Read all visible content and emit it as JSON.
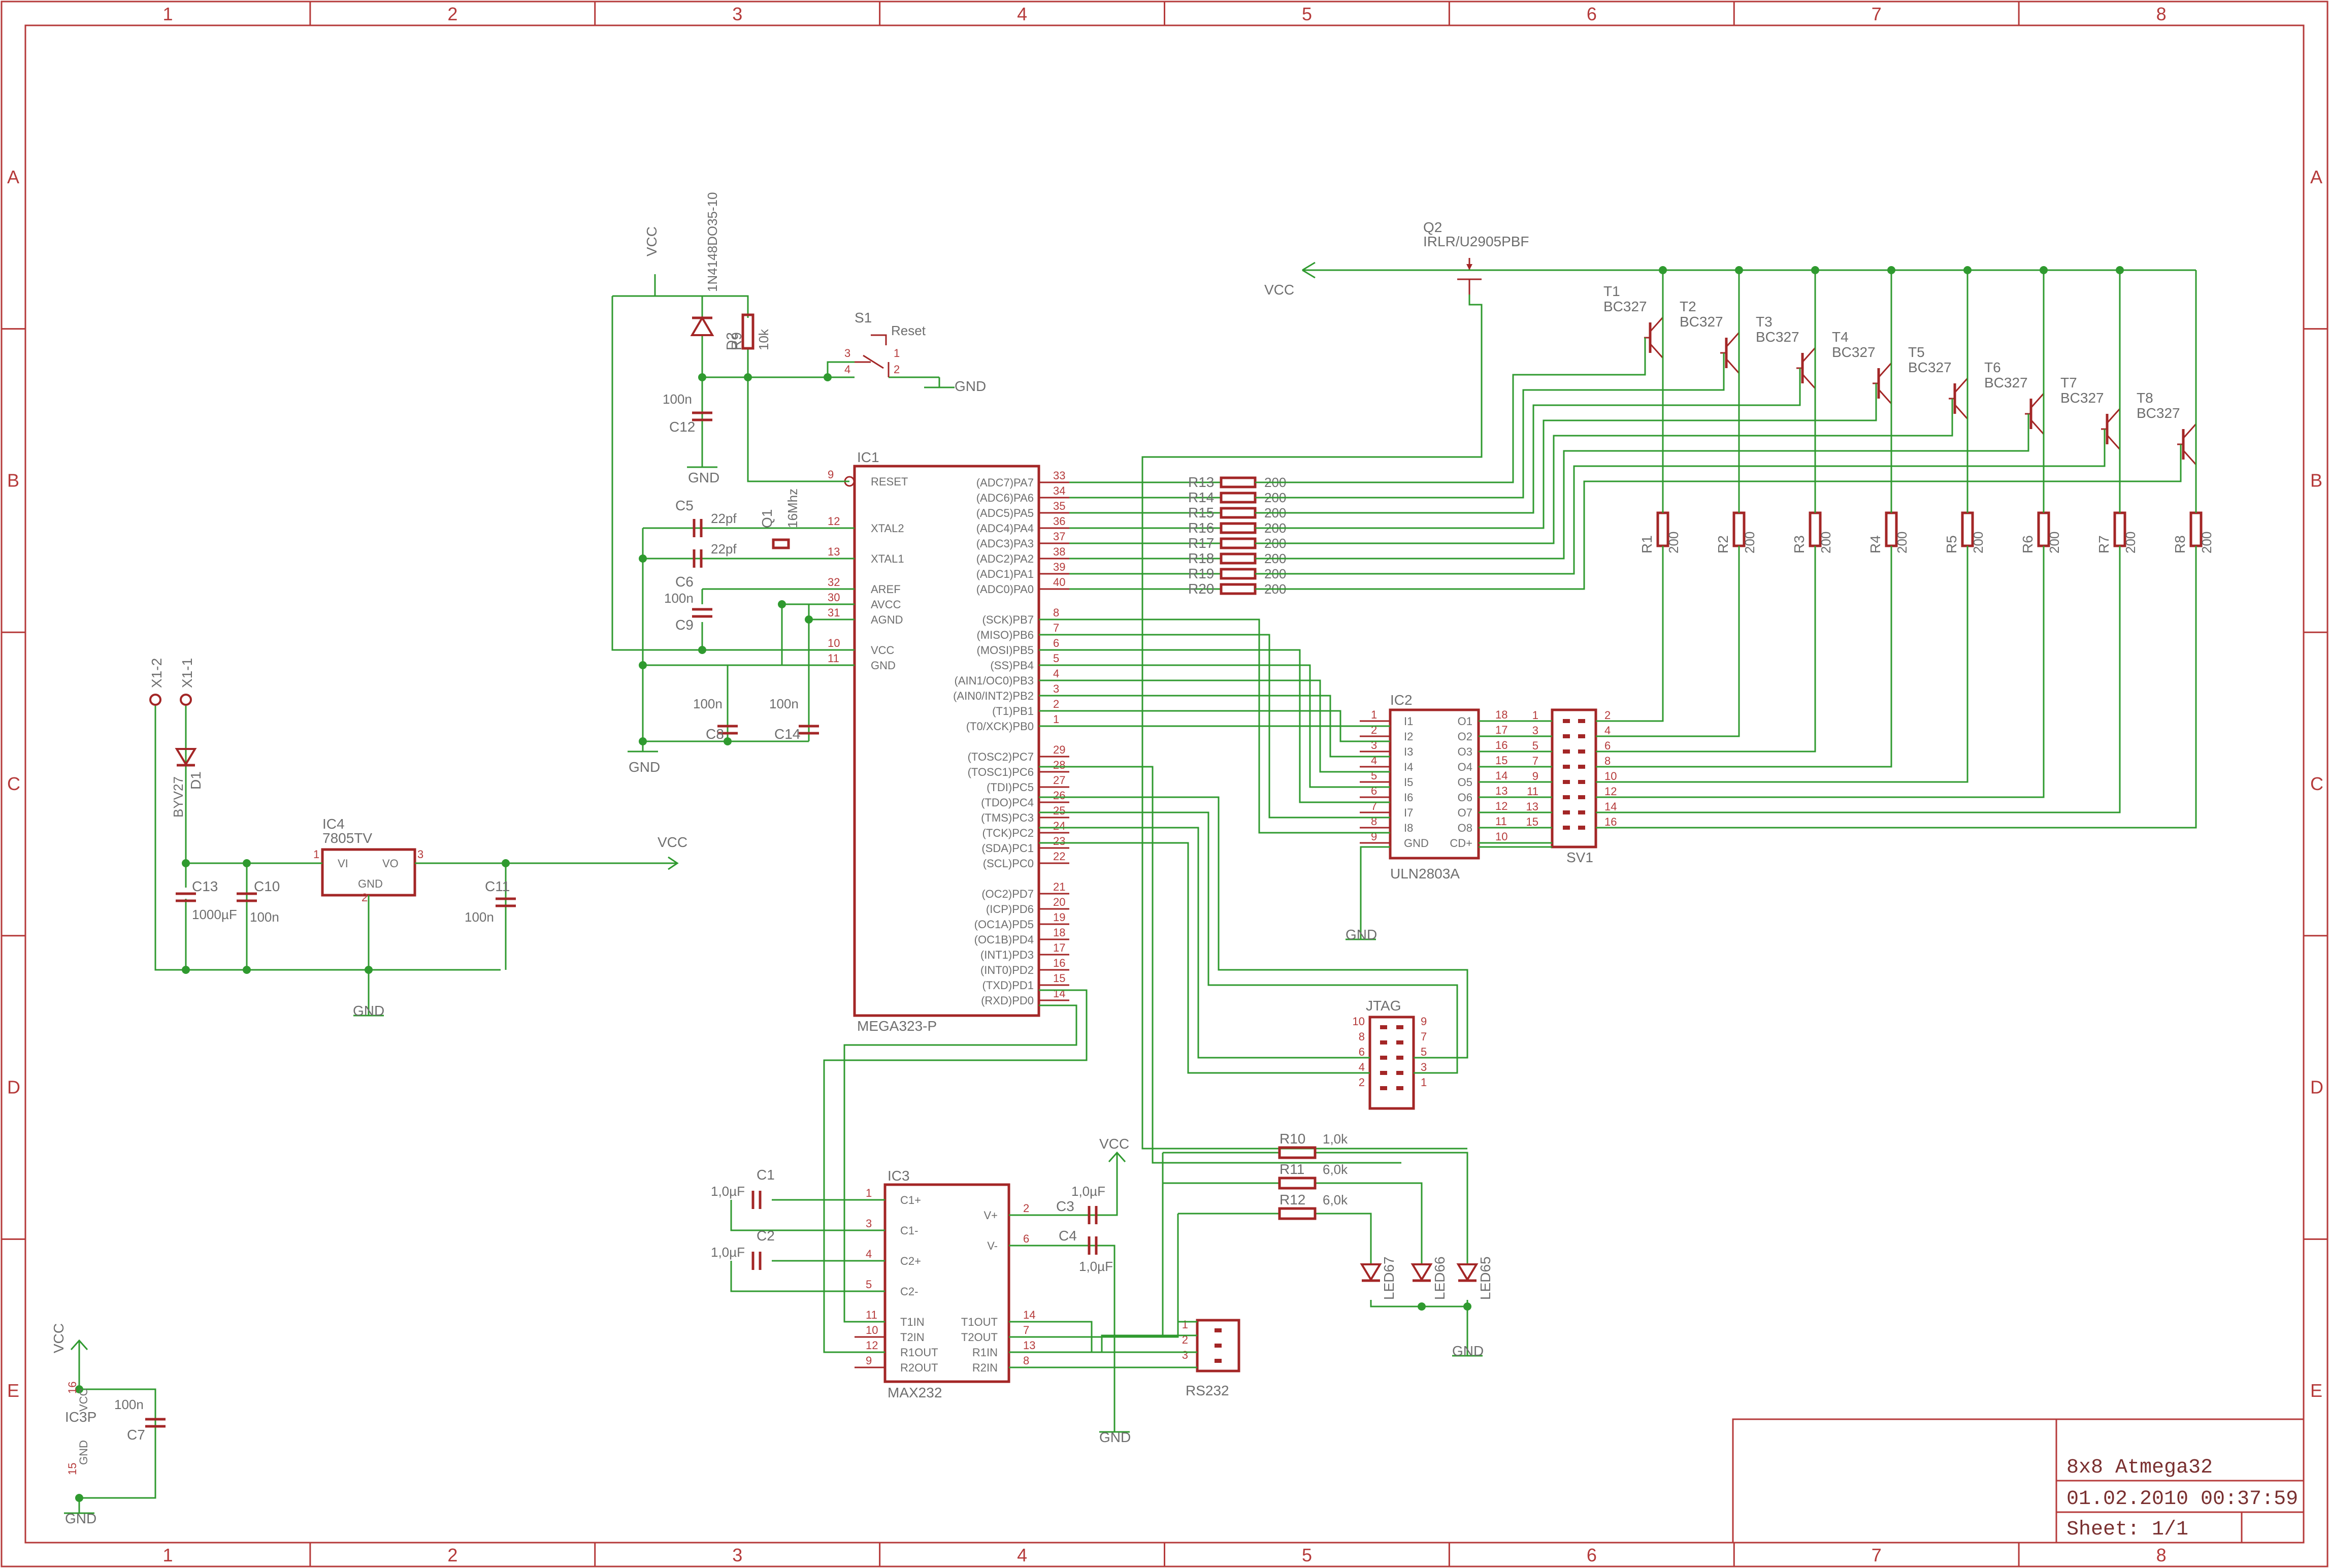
{
  "grid": {
    "columns": [
      "1",
      "2",
      "3",
      "4",
      "5",
      "6",
      "7",
      "8"
    ],
    "rows": [
      "A",
      "B",
      "C",
      "D",
      "E"
    ]
  },
  "title_block": {
    "title": "8x8 Atmega32",
    "datetime": "01.02.2010 00:37:59",
    "sheet": "Sheet: 1/1"
  },
  "nets": {
    "vcc": "VCC",
    "gnd": "GND"
  },
  "ic1": {
    "ref": "IC1",
    "value": "MEGA323-P",
    "left_pins": [
      {
        "num": "9",
        "name": "RESET"
      },
      {
        "num": "12",
        "name": "XTAL2"
      },
      {
        "num": "13",
        "name": "XTAL1"
      },
      {
        "num": "32",
        "name": "AREF"
      },
      {
        "num": "30",
        "name": "AVCC"
      },
      {
        "num": "31",
        "name": "AGND"
      },
      {
        "num": "10",
        "name": "VCC"
      },
      {
        "num": "11",
        "name": "GND"
      }
    ],
    "right_pins": [
      {
        "num": "33",
        "name": "(ADC7)PA7"
      },
      {
        "num": "34",
        "name": "(ADC6)PA6"
      },
      {
        "num": "35",
        "name": "(ADC5)PA5"
      },
      {
        "num": "36",
        "name": "(ADC4)PA4"
      },
      {
        "num": "37",
        "name": "(ADC3)PA3"
      },
      {
        "num": "38",
        "name": "(ADC2)PA2"
      },
      {
        "num": "39",
        "name": "(ADC1)PA1"
      },
      {
        "num": "40",
        "name": "(ADC0)PA0"
      },
      {
        "num": "8",
        "name": "(SCK)PB7"
      },
      {
        "num": "7",
        "name": "(MISO)PB6"
      },
      {
        "num": "6",
        "name": "(MOSI)PB5"
      },
      {
        "num": "5",
        "name": "(SS)PB4"
      },
      {
        "num": "4",
        "name": "(AIN1/OC0)PB3"
      },
      {
        "num": "3",
        "name": "(AIN0/INT2)PB2"
      },
      {
        "num": "2",
        "name": "(T1)PB1"
      },
      {
        "num": "1",
        "name": "(T0/XCK)PB0"
      },
      {
        "num": "29",
        "name": "(TOSC2)PC7"
      },
      {
        "num": "28",
        "name": "(TOSC1)PC6"
      },
      {
        "num": "27",
        "name": "(TDI)PC5"
      },
      {
        "num": "26",
        "name": "(TDO)PC4"
      },
      {
        "num": "25",
        "name": "(TMS)PC3"
      },
      {
        "num": "24",
        "name": "(TCK)PC2"
      },
      {
        "num": "23",
        "name": "(SDA)PC1"
      },
      {
        "num": "22",
        "name": "(SCL)PC0"
      },
      {
        "num": "21",
        "name": "(OC2)PD7"
      },
      {
        "num": "20",
        "name": "(ICP)PD6"
      },
      {
        "num": "19",
        "name": "(OC1A)PD5"
      },
      {
        "num": "18",
        "name": "(OC1B)PD4"
      },
      {
        "num": "17",
        "name": "(INT1)PD3"
      },
      {
        "num": "16",
        "name": "(INT0)PD2"
      },
      {
        "num": "15",
        "name": "(TXD)PD1"
      },
      {
        "num": "14",
        "name": "(RXD)PD0"
      }
    ]
  },
  "ic2": {
    "ref": "IC2",
    "value": "ULN2803A",
    "left_pins": [
      {
        "num": "1",
        "name": "I1"
      },
      {
        "num": "2",
        "name": "I2"
      },
      {
        "num": "3",
        "name": "I3"
      },
      {
        "num": "4",
        "name": "I4"
      },
      {
        "num": "5",
        "name": "I5"
      },
      {
        "num": "6",
        "name": "I6"
      },
      {
        "num": "7",
        "name": "I7"
      },
      {
        "num": "8",
        "name": "I8"
      },
      {
        "num": "9",
        "name": "GND"
      }
    ],
    "right_pins": [
      {
        "num": "18",
        "name": "O1"
      },
      {
        "num": "17",
        "name": "O2"
      },
      {
        "num": "16",
        "name": "O3"
      },
      {
        "num": "15",
        "name": "O4"
      },
      {
        "num": "14",
        "name": "O5"
      },
      {
        "num": "13",
        "name": "O6"
      },
      {
        "num": "12",
        "name": "O7"
      },
      {
        "num": "11",
        "name": "O8"
      },
      {
        "num": "10",
        "name": "CD+"
      }
    ]
  },
  "ic3": {
    "ref": "IC3",
    "value": "MAX232",
    "left_pins": [
      {
        "num": "1",
        "name": "C1+"
      },
      {
        "num": "3",
        "name": "C1-"
      },
      {
        "num": "4",
        "name": "C2+"
      },
      {
        "num": "5",
        "name": "C2-"
      },
      {
        "num": "11",
        "name": "T1IN"
      },
      {
        "num": "10",
        "name": "T2IN"
      },
      {
        "num": "12",
        "name": "R1OUT"
      },
      {
        "num": "9",
        "name": "R2OUT"
      }
    ],
    "right_pins": [
      {
        "num": "2",
        "name": "V+"
      },
      {
        "num": "6",
        "name": "V-"
      },
      {
        "num": "14",
        "name": "T1OUT"
      },
      {
        "num": "7",
        "name": "T2OUT"
      },
      {
        "num": "13",
        "name": "R1IN"
      },
      {
        "num": "8",
        "name": "R2IN"
      }
    ]
  },
  "ic3p": {
    "ref": "IC3P",
    "pin_top": "16",
    "pin_bottom": "15",
    "sig_top": "VCC",
    "sig_bottom": "GND"
  },
  "ic4": {
    "ref": "IC4",
    "value": "7805TV",
    "vi": "VI",
    "vo": "VO",
    "gnd": "GND",
    "pin_in": "1",
    "pin_out": "3",
    "pin_gnd": "2"
  },
  "sv1": {
    "ref": "SV1",
    "left": [
      "1",
      "3",
      "5",
      "7",
      "9",
      "11",
      "13",
      "15"
    ],
    "right": [
      "2",
      "4",
      "6",
      "8",
      "10",
      "12",
      "14",
      "16"
    ]
  },
  "jtag": {
    "ref": "JTAG",
    "left": [
      "10",
      "8",
      "6",
      "4",
      "2"
    ],
    "right": [
      "9",
      "7",
      "5",
      "3",
      "1"
    ]
  },
  "rs232": {
    "ref": "RS232",
    "pins": [
      "1",
      "2",
      "3"
    ]
  },
  "q2": {
    "ref": "Q2",
    "value": "IRLR/U2905PBF"
  },
  "transistors": [
    {
      "ref": "T1",
      "value": "BC327"
    },
    {
      "ref": "T2",
      "value": "BC327"
    },
    {
      "ref": "T3",
      "value": "BC327"
    },
    {
      "ref": "T4",
      "value": "BC327"
    },
    {
      "ref": "T5",
      "value": "BC327"
    },
    {
      "ref": "T6",
      "value": "BC327"
    },
    {
      "ref": "T7",
      "value": "BC327"
    },
    {
      "ref": "T8",
      "value": "BC327"
    }
  ],
  "base_resistors": [
    {
      "ref": "R1",
      "value": "200"
    },
    {
      "ref": "R2",
      "value": "200"
    },
    {
      "ref": "R3",
      "value": "200"
    },
    {
      "ref": "R4",
      "value": "200"
    },
    {
      "ref": "R5",
      "value": "200"
    },
    {
      "ref": "R6",
      "value": "200"
    },
    {
      "ref": "R7",
      "value": "200"
    },
    {
      "ref": "R8",
      "value": "200"
    }
  ],
  "port_resistors": [
    {
      "ref": "R13",
      "value": "200"
    },
    {
      "ref": "R14",
      "value": "200"
    },
    {
      "ref": "R15",
      "value": "200"
    },
    {
      "ref": "R16",
      "value": "200"
    },
    {
      "ref": "R17",
      "value": "200"
    },
    {
      "ref": "R18",
      "value": "200"
    },
    {
      "ref": "R19",
      "value": "200"
    },
    {
      "ref": "R20",
      "value": "200"
    }
  ],
  "led_resistors": [
    {
      "ref": "R10",
      "value": "1,0k"
    },
    {
      "ref": "R11",
      "value": "6,0k"
    },
    {
      "ref": "R12",
      "value": "6,0k"
    }
  ],
  "leds": [
    "LED67",
    "LED66",
    "LED65"
  ],
  "reset": {
    "switch_ref": "S1",
    "switch_label": "Reset",
    "diode_ref": "D2",
    "diode_value": "1N4148DO35-10",
    "res_ref": "R9",
    "res_value": "10k",
    "cap_ref": "C12",
    "cap_value": "100n",
    "sw_pins": [
      "3",
      "4",
      "1",
      "2"
    ]
  },
  "crystal": {
    "ref": "Q1",
    "value": "16Mhz"
  },
  "caps": {
    "c5": {
      "ref": "C5",
      "value": "22pf"
    },
    "c6": {
      "ref": "C6",
      "value": "22pf"
    },
    "c9": {
      "ref": "C9",
      "value": "100n"
    },
    "c8": {
      "ref": "C8",
      "value": "100n"
    },
    "c14": {
      "ref": "C14",
      "value": "100n"
    },
    "c13": {
      "ref": "C13",
      "value": "1000µF"
    },
    "c10": {
      "ref": "C10",
      "value": "100n"
    },
    "c11": {
      "ref": "C11",
      "value": "100n"
    },
    "c7": {
      "ref": "C7",
      "value": "100n"
    },
    "c1": {
      "ref": "C1",
      "value": "1,0µF"
    },
    "c2": {
      "ref": "C2",
      "value": "1,0µF"
    },
    "c3": {
      "ref": "C3",
      "value": "1,0µF"
    },
    "c4": {
      "ref": "C4",
      "value": "1,0µF"
    }
  },
  "power_input": {
    "x1": "X1-2",
    "x2": "X1-1",
    "diode_ref": "D1",
    "diode_value": "BYV27"
  }
}
